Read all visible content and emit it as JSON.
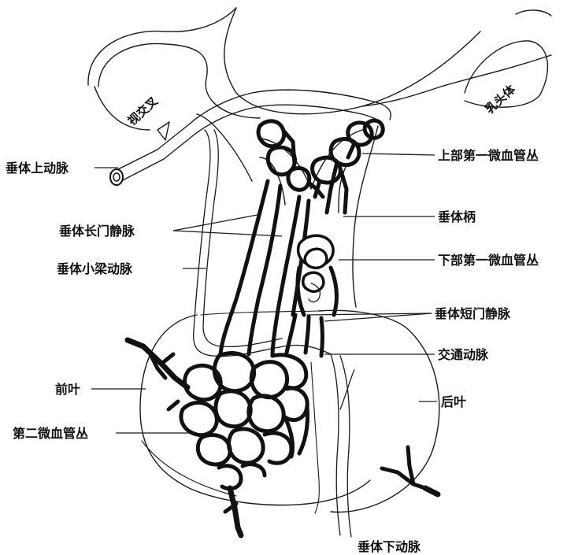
{
  "labels": {
    "optic_chiasm": "视交叉",
    "mammillary_body": "乳头体",
    "superior_hypophyseal_artery": "垂体上动脉",
    "long_portal_veins": "垂体长门静脉",
    "trabecular_artery": "垂体小梁动脉",
    "anterior_lobe": "前叶",
    "secondary_capillary_plexus": "第二微血管丛",
    "upper_primary_plexus": "上部第一微血管丛",
    "infundibular_stem": "垂体柄",
    "lower_primary_plexus": "下部第一微血管丛",
    "short_portal_veins": "垂体短门静脉",
    "communicating_artery": "交通动脉",
    "posterior_lobe": "后叶",
    "inferior_hypophyseal_artery": "垂体下动脉"
  }
}
